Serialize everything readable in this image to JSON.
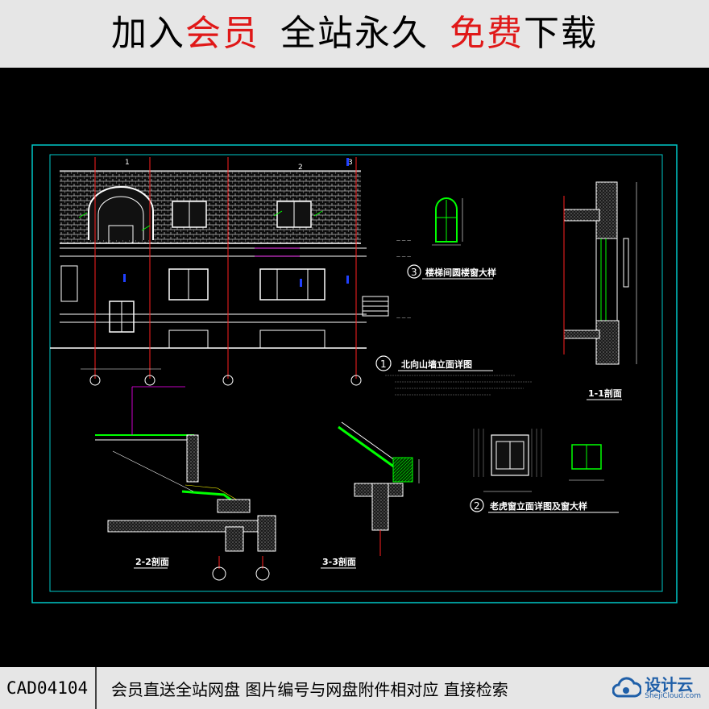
{
  "banner": {
    "part1": "加入",
    "part2": "会员",
    "part3": "全站永久",
    "part4": "免费",
    "part5": "下载",
    "color_dark": "#000000",
    "color_accent": "#e01818"
  },
  "drawing": {
    "labels": {
      "view1_title": "北向山墙立面详图",
      "view1_num": "1",
      "view2_title": "老虎窗立面详图及窗大样",
      "view2_num": "2",
      "view3_title": "楼梯间圆楼窗大样",
      "view3_num": "3",
      "sec11": "1-1剖面",
      "sec22": "2-2剖面",
      "sec33": "3-3剖面",
      "axis1": "1",
      "axis2": "2",
      "axis3": "3"
    },
    "colors": {
      "frame": "#00c8c8",
      "lines": "#ffffff",
      "green": "#00ff00",
      "red": "#ff2020",
      "magenta": "#ff00ff",
      "yellow": "#ffff00",
      "blue": "#2040ff"
    }
  },
  "footer": {
    "code": "CAD04104",
    "caption": "会员直送全站网盘  图片编号与网盘附件相对应  直接检索",
    "logo_cn": "设计云",
    "logo_en": "ShejiCloud.com"
  }
}
